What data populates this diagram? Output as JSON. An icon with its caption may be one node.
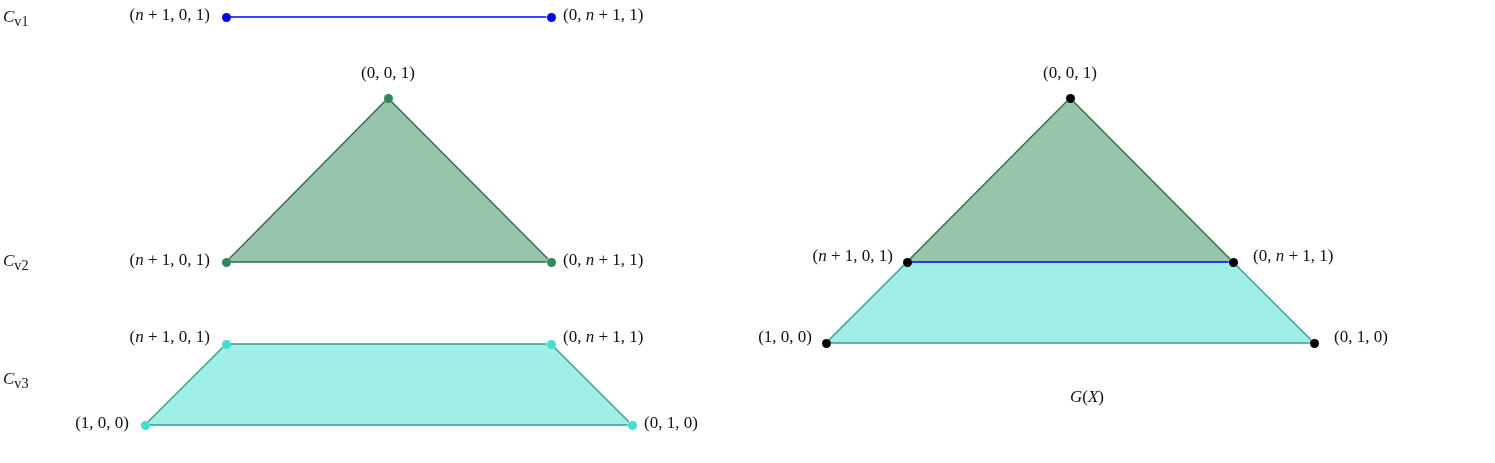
{
  "diagram": {
    "nodes": [
      {
        "text": [],
        "shape": "circle",
        "beside": [
          "(*n* + 1, 0, 1)"
        ]
      },
      {
        "text": [],
        "shape": "circle",
        "beside": [
          "(0, *n* + 1, 1)"
        ]
      },
      {
        "text": [],
        "shape": "circle",
        "beside": [
          "(0, 0, 1)"
        ]
      },
      {
        "text": [],
        "shape": "circle",
        "beside": [
          "(*n* + 1, 0, 1)"
        ]
      },
      {
        "text": [],
        "shape": "circle",
        "beside": [
          "(0, *n* + 1, 1)"
        ]
      },
      {
        "text": [],
        "shape": "circle",
        "beside": [
          "(*n* + 1, 0, 1)"
        ]
      },
      {
        "text": [],
        "shape": "circle",
        "beside": [
          "(0, *n* + 1, 1)"
        ]
      },
      {
        "text": [],
        "shape": "circle",
        "beside": [
          "(1, 0, 0)"
        ]
      },
      {
        "text": [],
        "shape": "circle",
        "beside": [
          "(0, 1, 0)"
        ]
      },
      {
        "text": [],
        "shape": "circle",
        "beside": [
          "(0, 0, 1)"
        ]
      },
      {
        "text": [],
        "shape": "circle",
        "beside": [
          "(*n* + 1, 0, 1)"
        ]
      },
      {
        "text": [],
        "shape": "circle",
        "beside": [
          "(0, *n* + 1, 1)"
        ]
      },
      {
        "text": [],
        "shape": "circle",
        "beside": [
          "(1, 0, 0)"
        ]
      },
      {
        "text": [],
        "shape": "circle",
        "beside": [
          "(0, 1, 0)"
        ]
      }
    ],
    "edges": [
      {
        "from": 0,
        "to": 1,
        "arrow": "none",
        "color": "#0000ff"
      },
      {
        "from": 2,
        "to": 3,
        "arrow": "none",
        "color": "#2e6b4a"
      },
      {
        "from": 3,
        "to": 4,
        "arrow": "none",
        "color": "#2e6b4a"
      },
      {
        "from": 4,
        "to": 2,
        "arrow": "none",
        "color": "#2e6b4a"
      },
      {
        "from": 5,
        "to": 6,
        "arrow": "none"
      },
      {
        "from": 6,
        "to": 8,
        "arrow": "none"
      },
      {
        "from": 8,
        "to": 7,
        "arrow": "none"
      },
      {
        "from": 7,
        "to": 5,
        "arrow": "none"
      },
      {
        "from": 9,
        "to": 10,
        "arrow": "none",
        "color": "#2e6b4a"
      },
      {
        "from": 9,
        "to": 11,
        "arrow": "none",
        "color": "#2e6b4a"
      },
      {
        "from": 10,
        "to": 11,
        "arrow": "none",
        "color": "#0000ff"
      },
      {
        "from": 10,
        "to": 12,
        "arrow": "none"
      },
      {
        "from": 12,
        "to": 13,
        "arrow": "none"
      },
      {
        "from": 13,
        "to": 11,
        "arrow": "none"
      }
    ],
    "labels": [
      "*C*$_{v1}$",
      "*C*$_{v2}$",
      "*C*$_{v3}$",
      "*G*(*X*)"
    ]
  }
}
